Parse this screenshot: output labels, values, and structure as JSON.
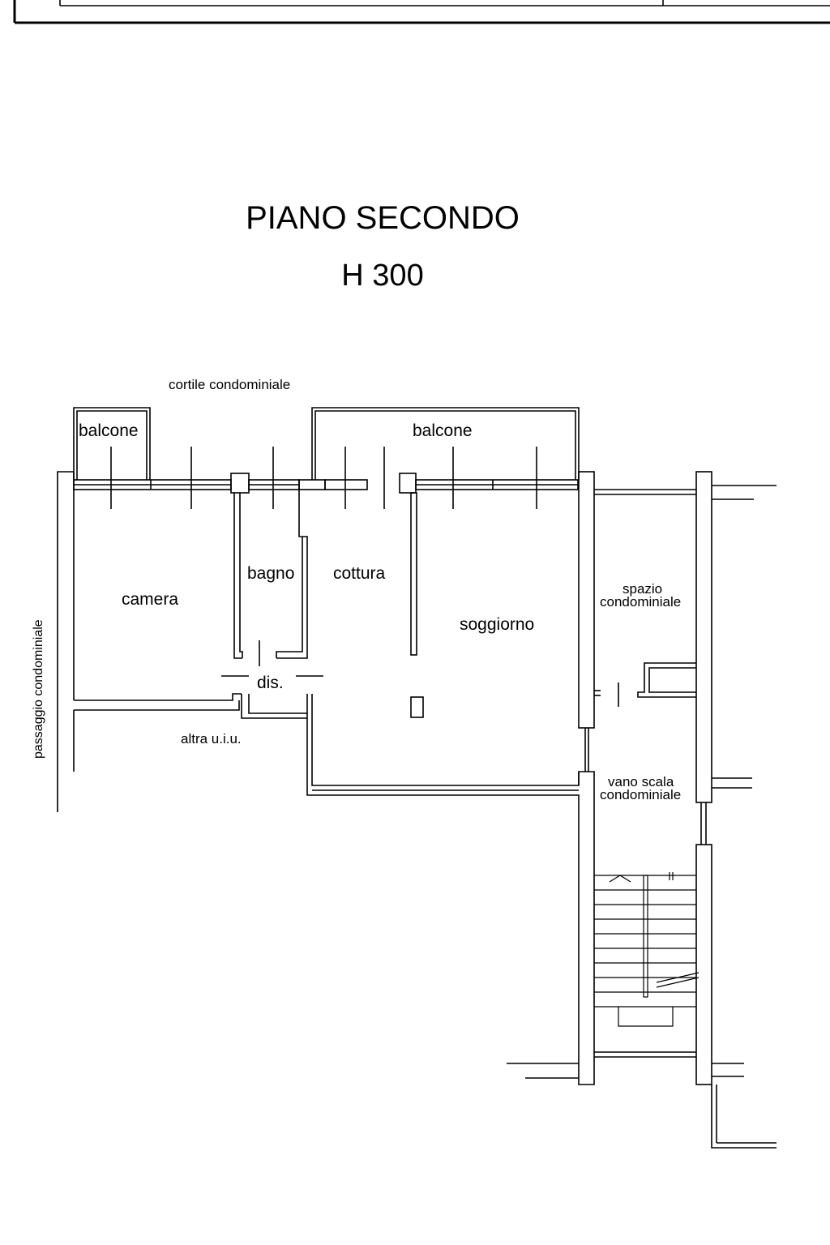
{
  "sheet": {
    "title": "PIANO SECONDO",
    "height_label": "H 300"
  },
  "labels": {
    "courtyard": "cortile condominiale",
    "balcony_left": "balcone",
    "balcony_right": "balcone",
    "bathroom": "bagno",
    "kitchen": "cottura",
    "bedroom": "camera",
    "living": "soggiorno",
    "hallway": "dis.",
    "other_unit": "altra u.i.u.",
    "common_space_line1": "spazio",
    "common_space_line2": "condominiale",
    "stair_line1": "vano scala",
    "stair_line2": "condominiale",
    "passage": "passaggio condominiale"
  },
  "colors": {
    "ink": "#000000",
    "paper": "#ffffff"
  }
}
